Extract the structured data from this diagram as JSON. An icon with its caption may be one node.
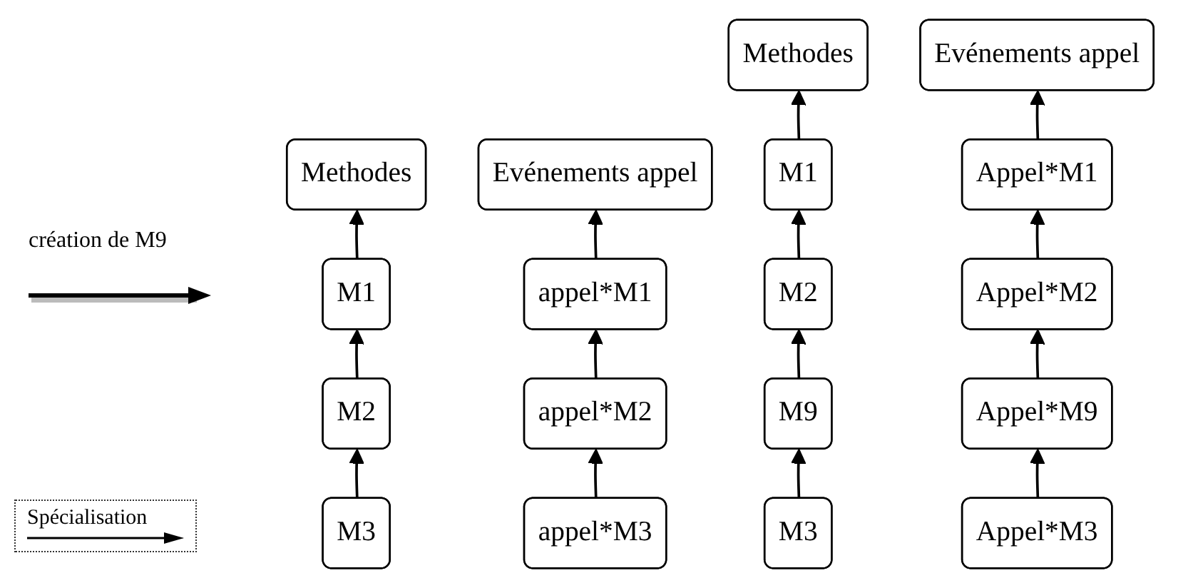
{
  "diagram": {
    "nodes": [
      {
        "text": [
          "Methodes"
        ]
      },
      {
        "text": [
          "M1"
        ]
      },
      {
        "text": [
          "M2"
        ]
      },
      {
        "text": [
          "M3"
        ]
      },
      {
        "text": [
          "Evénements appel"
        ]
      },
      {
        "text": [
          "appel*M1"
        ]
      },
      {
        "text": [
          "appel*M2"
        ]
      },
      {
        "text": [
          "appel*M3"
        ]
      },
      {
        "text": [
          "Methodes"
        ]
      },
      {
        "text": [
          "M1"
        ]
      },
      {
        "text": [
          "M2"
        ]
      },
      {
        "text": [
          "M9"
        ]
      },
      {
        "text": [
          "M3"
        ]
      },
      {
        "text": [
          "Evénements appel"
        ]
      },
      {
        "text": [
          "Appel*M1"
        ]
      },
      {
        "text": [
          "Appel*M2"
        ]
      },
      {
        "text": [
          "Appel*M9"
        ]
      },
      {
        "text": [
          "Appel*M3"
        ]
      }
    ],
    "edges": [
      {
        "from": 1,
        "to": 0,
        "arrow": "to"
      },
      {
        "from": 2,
        "to": 1,
        "arrow": "to"
      },
      {
        "from": 3,
        "to": 2,
        "arrow": "to"
      },
      {
        "from": 5,
        "to": 4,
        "arrow": "to"
      },
      {
        "from": 6,
        "to": 5,
        "arrow": "to"
      },
      {
        "from": 7,
        "to": 6,
        "arrow": "to"
      },
      {
        "from": 9,
        "to": 8,
        "arrow": "to"
      },
      {
        "from": 10,
        "to": 9,
        "arrow": "to"
      },
      {
        "from": 11,
        "to": 10,
        "arrow": "to"
      },
      {
        "from": 12,
        "to": 11,
        "arrow": "to"
      },
      {
        "from": 14,
        "to": 13,
        "arrow": "to"
      },
      {
        "from": 15,
        "to": 14,
        "arrow": "to"
      },
      {
        "from": 16,
        "to": 15,
        "arrow": "to"
      },
      {
        "from": 17,
        "to": 16,
        "arrow": "to"
      }
    ],
    "labels": [
      "création de M9"
    ],
    "legend": [
      {
        "text": "Spécialisation"
      }
    ]
  }
}
